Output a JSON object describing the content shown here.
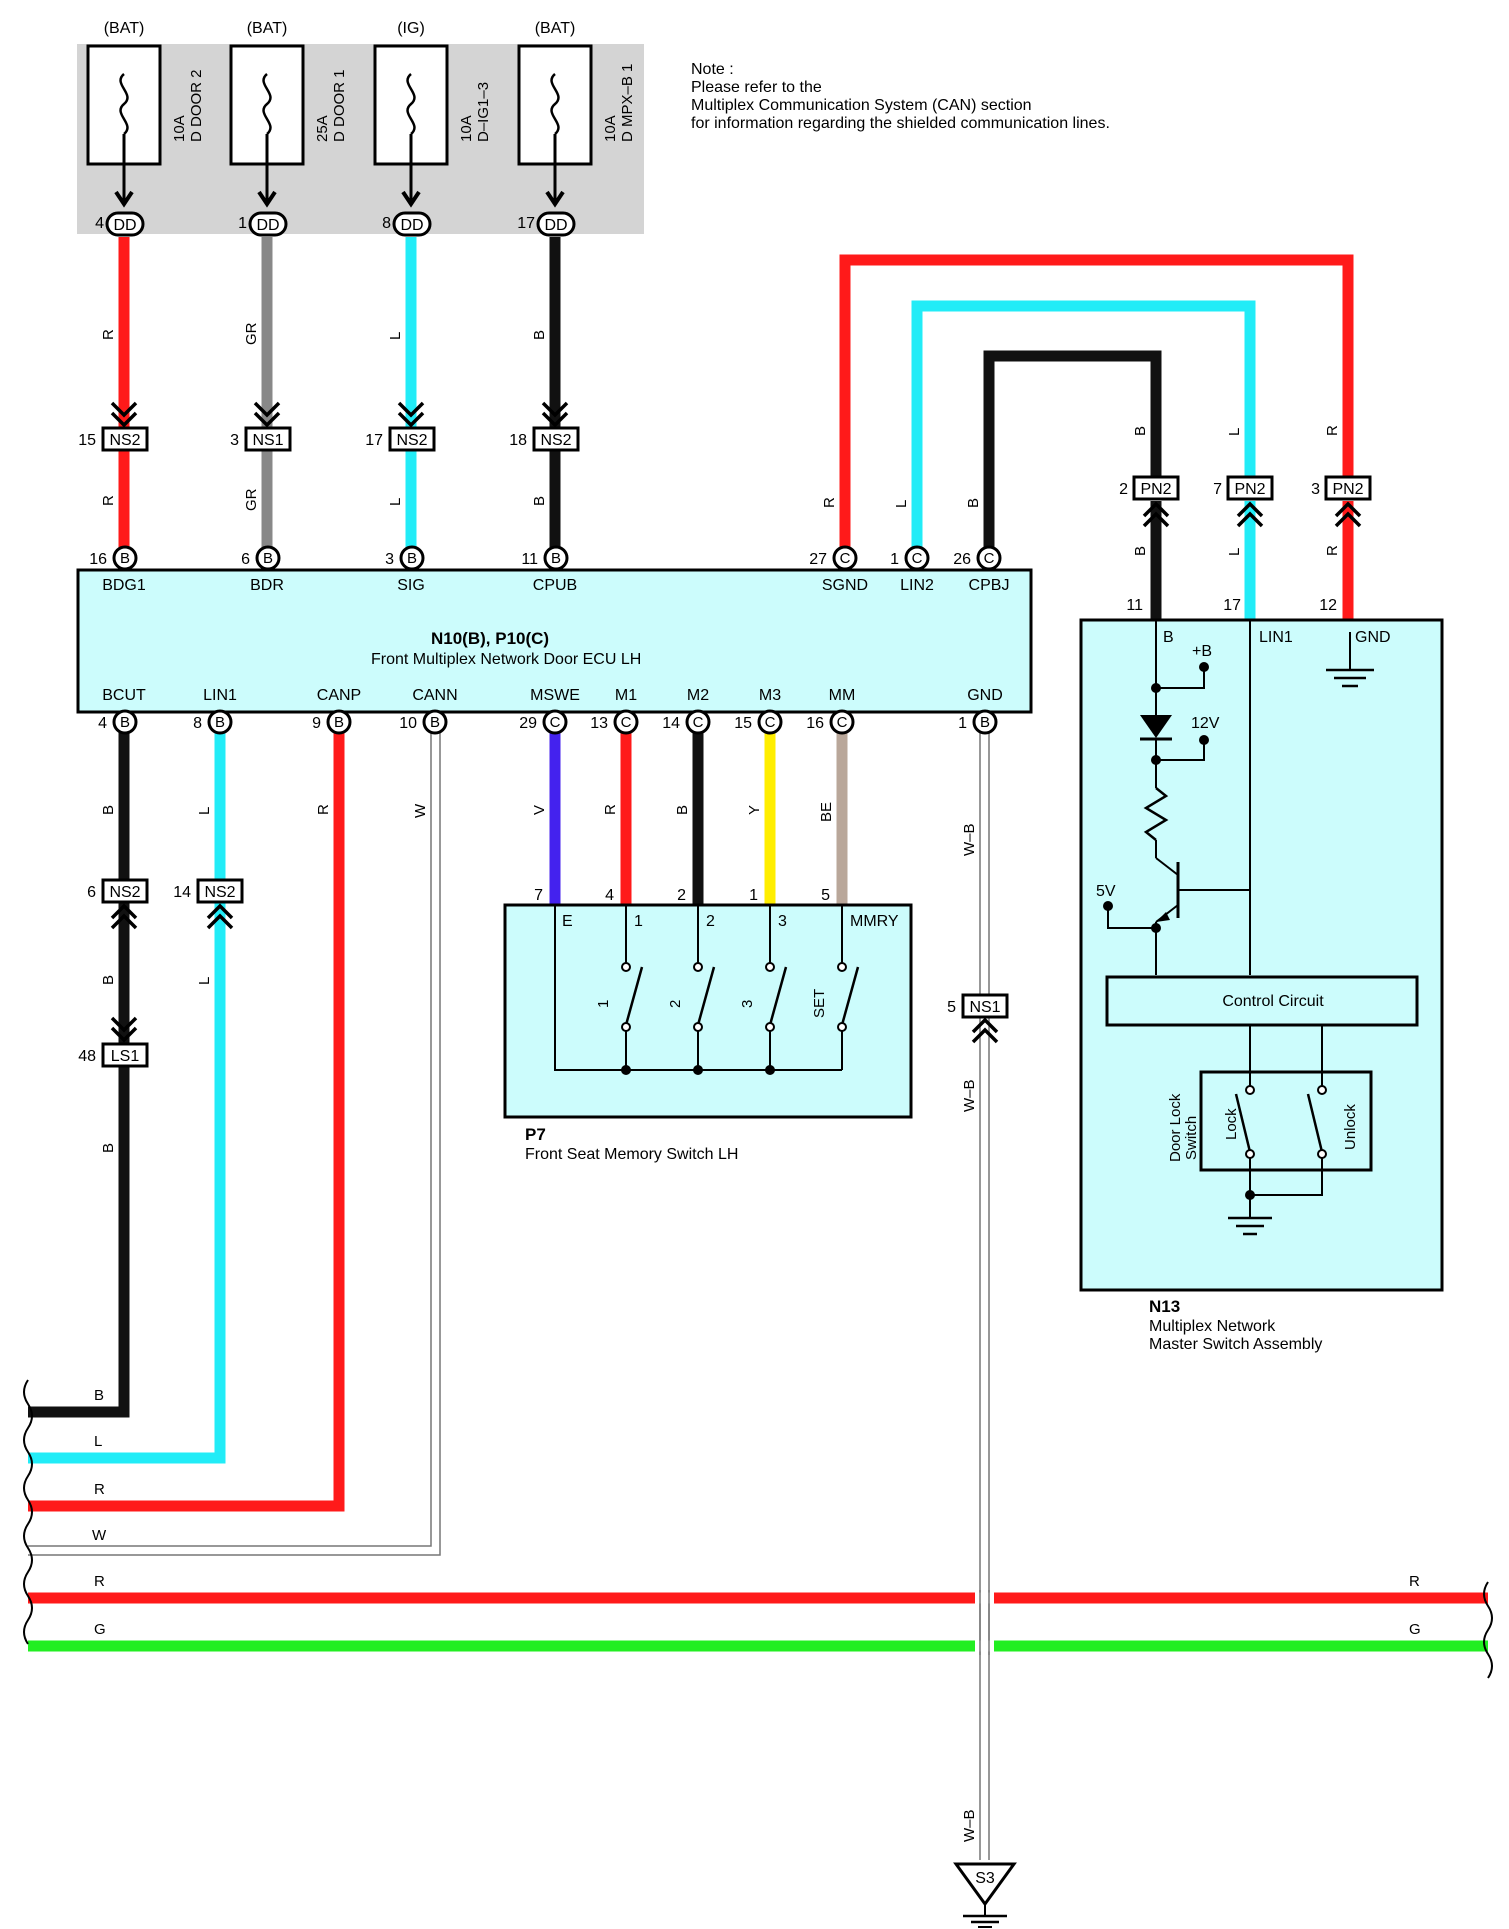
{
  "note": {
    "line1": "Note :",
    "line2": "Please refer to the",
    "line3": "Multiplex Communication System (CAN) section",
    "line4": "for information regarding the shielded communication lines."
  },
  "fuses": [
    {
      "supply": "(BAT)",
      "amp": "10A",
      "name": "D DOOR 2",
      "pin": "4",
      "conn": "DD"
    },
    {
      "supply": "(BAT)",
      "amp": "25A",
      "name": "D DOOR 1",
      "pin": "1",
      "conn": "DD"
    },
    {
      "supply": "(IG)",
      "amp": "10A",
      "name": "D–IG1–3",
      "pin": "8",
      "conn": "DD"
    },
    {
      "supply": "(BAT)",
      "amp": "10A",
      "name": "D MPX–B 1",
      "pin": "17",
      "conn": "DD"
    }
  ],
  "ecu": {
    "id": "N10(B), P10(C)",
    "name": "Front Multiplex Network Door ECU LH",
    "top_terms": [
      "BDG1",
      "BDR",
      "SIG",
      "CPUB",
      "SGND",
      "LIN2",
      "CPBJ"
    ],
    "top_pins": [
      "16",
      "6",
      "3",
      "11",
      "27",
      "1",
      "26"
    ],
    "top_conn": [
      "B",
      "B",
      "B",
      "B",
      "C",
      "C",
      "C"
    ],
    "bottom_terms": [
      "BCUT",
      "LIN1",
      "CANP",
      "CANN",
      "MSWE",
      "M1",
      "M2",
      "M3",
      "MM",
      "GND"
    ],
    "bottom_pins": [
      "4",
      "8",
      "9",
      "10",
      "29",
      "13",
      "14",
      "15",
      "16",
      "1"
    ],
    "bottom_conn": [
      "B",
      "B",
      "B",
      "B",
      "C",
      "C",
      "C",
      "C",
      "C",
      "B"
    ]
  },
  "wire_colors": {
    "upper": [
      "R",
      "GR",
      "L",
      "B"
    ],
    "upper_right": [
      "R",
      "L",
      "B"
    ],
    "lower": [
      "B",
      "L",
      "R",
      "W",
      "V",
      "R",
      "B",
      "Y",
      "BE",
      "W–B"
    ],
    "bus": [
      "B",
      "L",
      "R",
      "W",
      "R",
      "G"
    ],
    "bus_right": [
      "R",
      "G"
    ],
    "pn2": [
      "B",
      "L",
      "R"
    ]
  },
  "connectors_upper": [
    {
      "pin": "15",
      "name": "NS2"
    },
    {
      "pin": "3",
      "name": "NS1"
    },
    {
      "pin": "17",
      "name": "NS2"
    },
    {
      "pin": "18",
      "name": "NS2"
    }
  ],
  "connectors_lower": [
    {
      "pin": "6",
      "name": "NS2"
    },
    {
      "pin": "14",
      "name": "NS2"
    },
    {
      "pin": "48",
      "name": "LS1"
    },
    {
      "pin": "5",
      "name": "NS1"
    }
  ],
  "pn2": [
    {
      "pin": "2",
      "name": "PN2",
      "sw_pin": "11"
    },
    {
      "pin": "7",
      "name": "PN2",
      "sw_pin": "17"
    },
    {
      "pin": "3",
      "name": "PN2",
      "sw_pin": "12"
    }
  ],
  "memory_switch": {
    "id": "P7",
    "name": "Front Seat Memory Switch LH",
    "pins": [
      "7",
      "4",
      "2",
      "1",
      "5"
    ],
    "terms": [
      "E",
      "1",
      "2",
      "3",
      "MMRY"
    ],
    "switches": [
      "1",
      "2",
      "3",
      "SET"
    ]
  },
  "master_switch": {
    "id": "N13",
    "line1": "Multiplex Network",
    "line2": "Master Switch Assembly",
    "terms": [
      "B",
      "LIN1",
      "GND"
    ],
    "plus_b": "+B",
    "v12": "12V",
    "v5": "5V",
    "control": "Control Circuit",
    "door_lock_1": "Door Lock",
    "door_lock_2": "Switch",
    "lock": "Lock",
    "unlock": "Unlock"
  },
  "ground": {
    "name": "S3"
  },
  "colors": {
    "R": "#ff1a1a",
    "GR": "#888888",
    "L": "#22ecf7",
    "B": "#111111",
    "V": "#4422ee",
    "Y": "#ffee00",
    "BE": "#b9a79a",
    "G": "#22ee22",
    "box": "#ccfcfc",
    "fusebox": "#d4d4d4"
  }
}
